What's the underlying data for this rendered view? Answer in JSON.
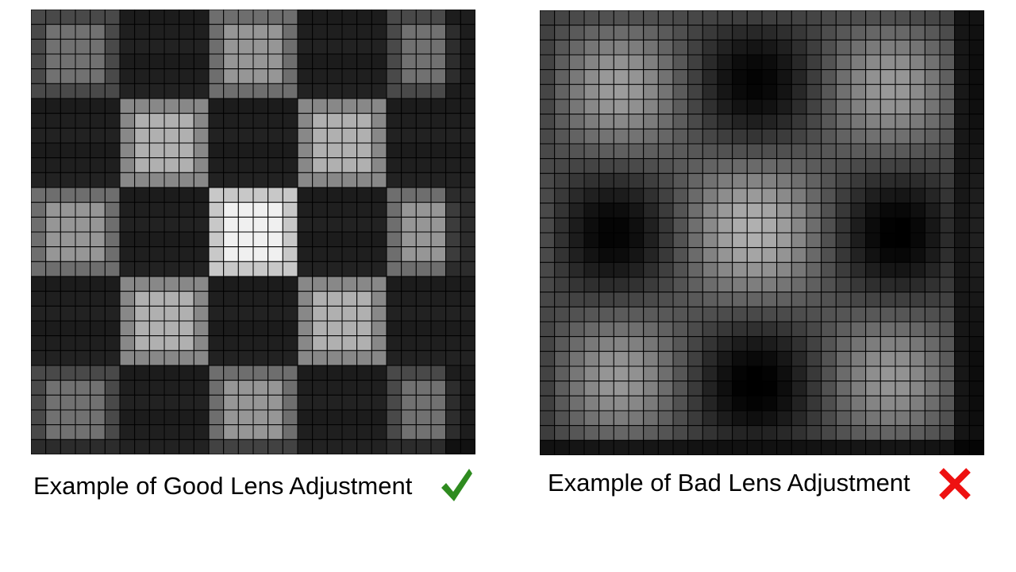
{
  "figures": [
    {
      "caption": "Example of Good Lens Adjustment",
      "verdict_icon": "check-mark-icon",
      "verdict_color": "#2e8b1f",
      "grid_cells": 30,
      "pattern_description": "sharp checkerboard of bright and dark squares"
    },
    {
      "caption": "Example of Bad Lens Adjustment",
      "verdict_icon": "x-mark-icon",
      "verdict_color": "#ee1111",
      "grid_cells": 30,
      "pattern_description": "blurred checkerboard with soft transitions"
    }
  ]
}
